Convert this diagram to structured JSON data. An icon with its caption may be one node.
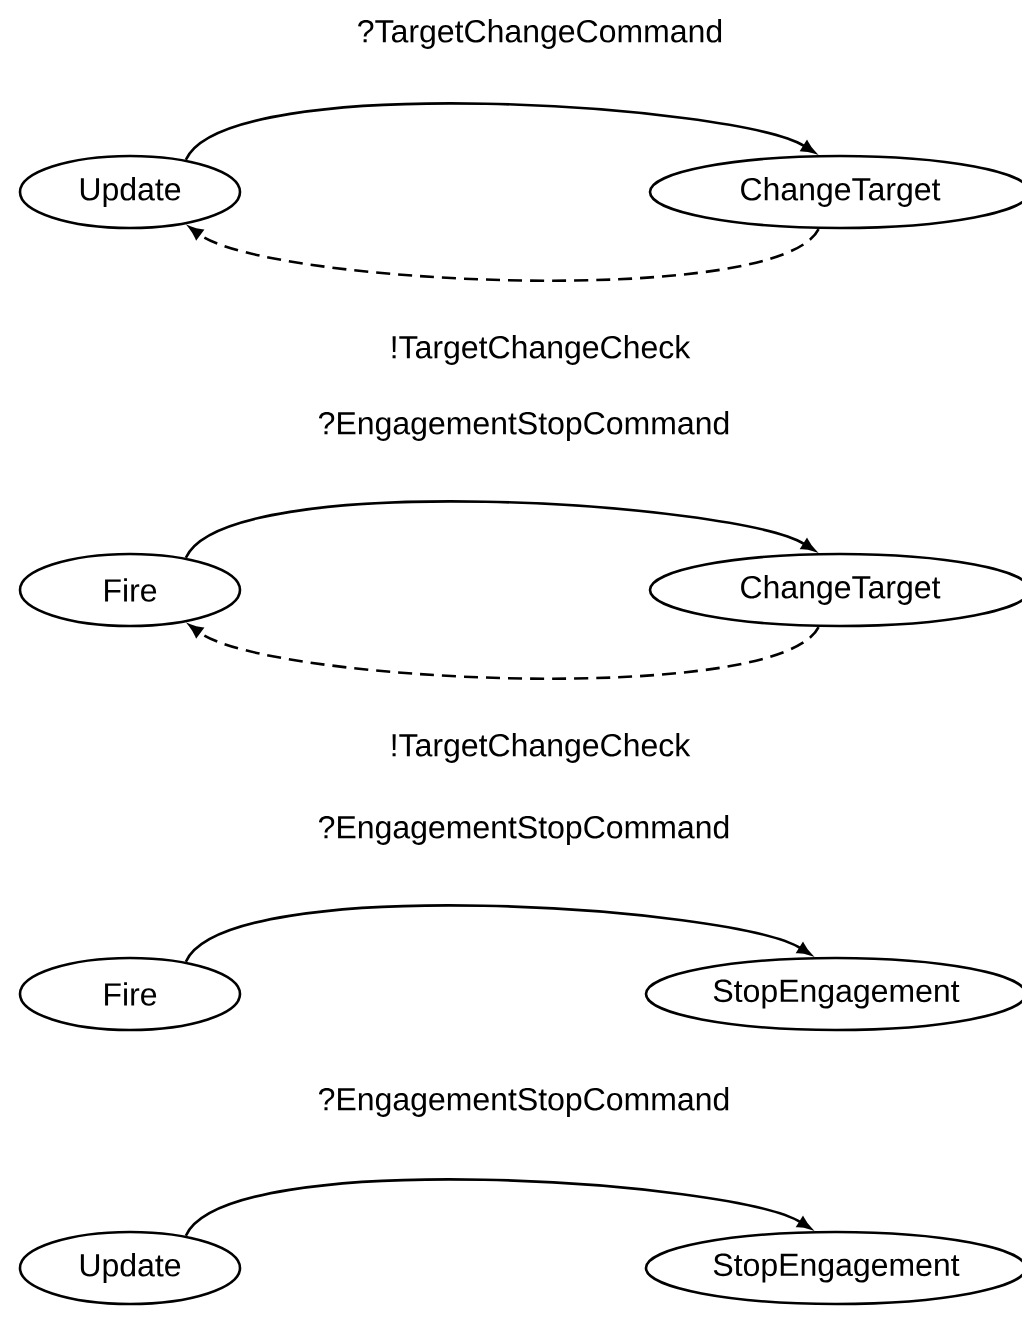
{
  "diagram": {
    "nodes": [
      {
        "text": [
          "Update"
        ]
      },
      {
        "text": [
          "ChangeTarget"
        ]
      },
      {
        "text": [
          "Fire"
        ]
      },
      {
        "text": [
          "ChangeTarget"
        ]
      },
      {
        "text": [
          "Fire"
        ]
      },
      {
        "text": [
          "StopEngagement"
        ]
      },
      {
        "text": [
          "Update"
        ]
      },
      {
        "text": [
          "StopEngagement"
        ]
      }
    ],
    "edges": [
      {
        "from": 0,
        "to": 1,
        "arrow": "to",
        "label": "?TargetChangeCommand"
      },
      {
        "from": 1,
        "to": 0,
        "arrow": "to",
        "label": "!TargetChangeCheck",
        "style": "dashed"
      },
      {
        "from": 2,
        "to": 3,
        "arrow": "to",
        "label": "?EngagementStopCommand"
      },
      {
        "from": 3,
        "to": 2,
        "arrow": "to",
        "label": "!TargetChangeCheck",
        "style": "dashed"
      },
      {
        "from": 4,
        "to": 5,
        "arrow": "to",
        "label": "?EngagementStopCommand"
      },
      {
        "from": 6,
        "to": 7,
        "arrow": "to",
        "label": "?EngagementStopCommand"
      }
    ]
  }
}
